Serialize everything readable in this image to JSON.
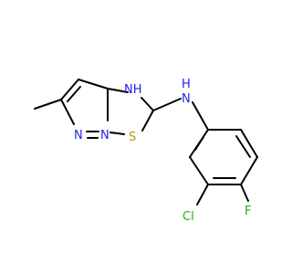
{
  "molecule": {
    "colors": {
      "bond": "#000000",
      "N": "#2222ee",
      "S": "#b8a000",
      "Cl": "#22aa22",
      "F": "#22aa22"
    },
    "labels": {
      "nh_ring": "NH",
      "nh_amine": "N",
      "h_amine": "H",
      "n_ring_bridge": "N",
      "n_ring_pyrazole": "N",
      "s_ring": "S",
      "cl": "Cl",
      "f": "F"
    }
  }
}
